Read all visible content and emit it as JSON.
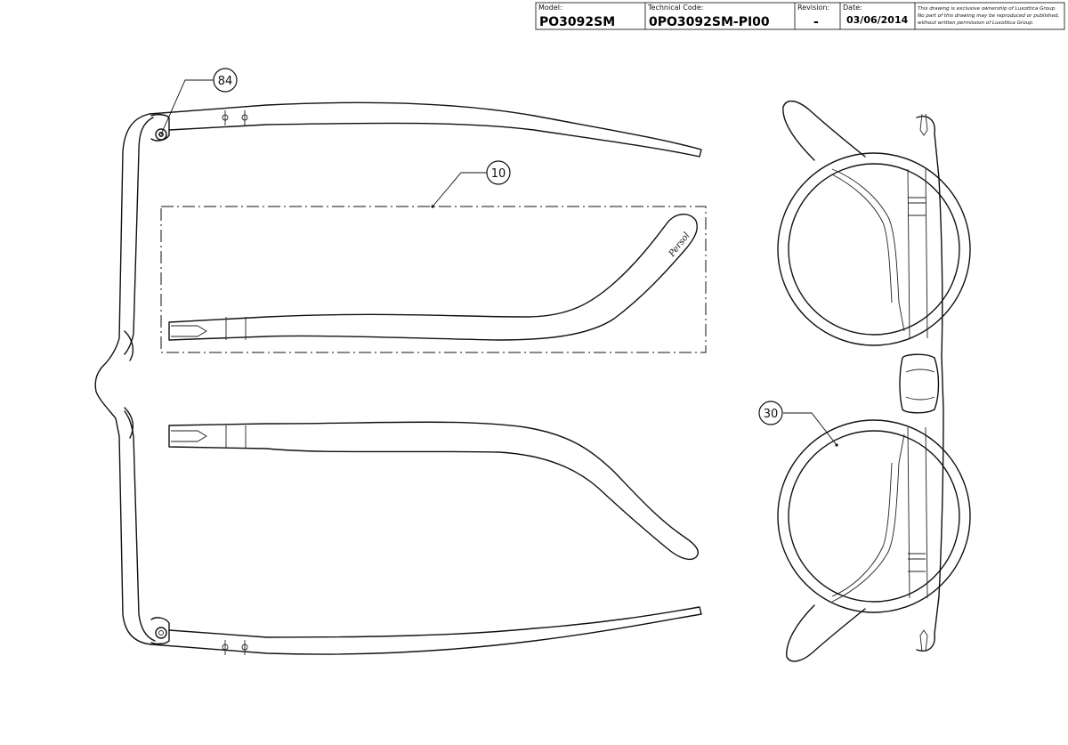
{
  "title_block": {
    "model_label": "Model:",
    "model_value": "PO3092SM",
    "technical_code_label": "Technical Code:",
    "technical_code_value": "0PO3092SM-PI00",
    "revision_label": "Revision:",
    "revision_value": "-",
    "date_label": "Date:",
    "date_value": "03/06/2014",
    "notice_line_1": "This drawing is exclusive ownership of Luxottica Group.",
    "notice_line_2": "No part of this drawing may be reproduced or published,",
    "notice_line_3": "without written permission of Luxottica Group."
  },
  "callouts": {
    "hinge": "84",
    "temple": "10",
    "lens": "30"
  },
  "temple_logo": "Persol"
}
